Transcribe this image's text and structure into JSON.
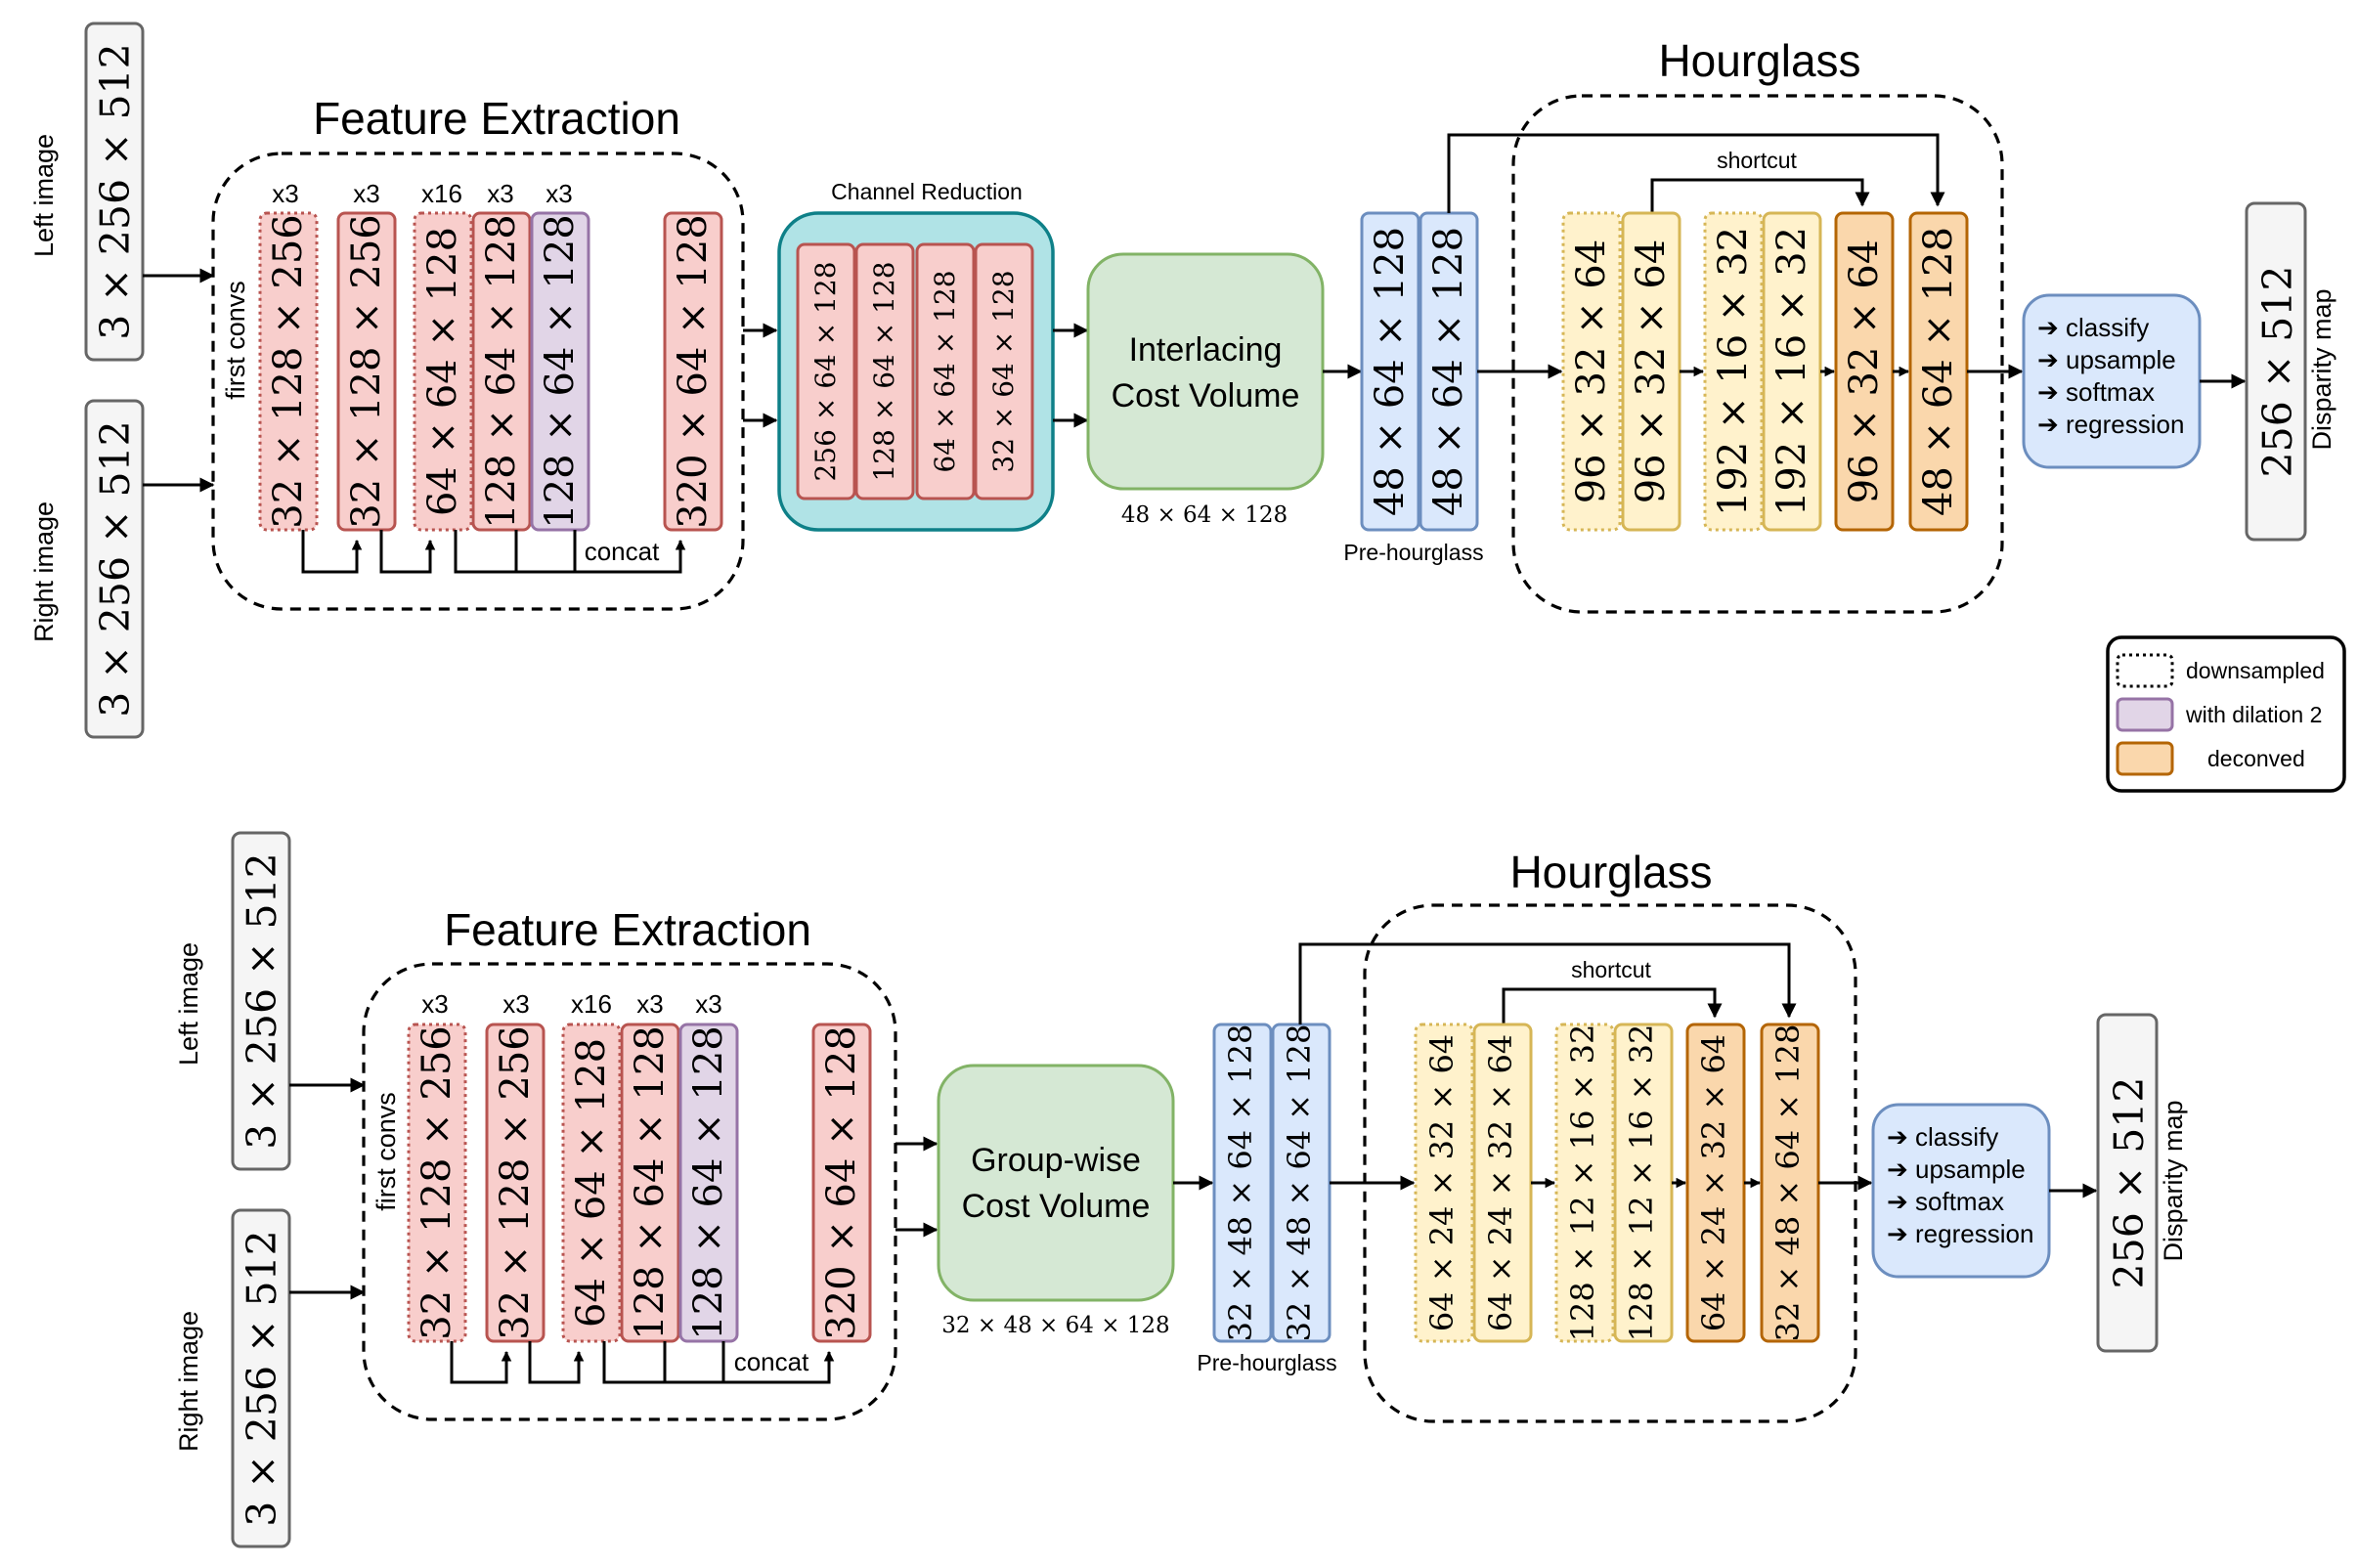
{
  "top": {
    "inputs": {
      "left": {
        "label": "Left image",
        "shape": "3 × 256 × 512"
      },
      "right": {
        "label": "Right image",
        "shape": "3 × 256 × 512"
      }
    },
    "feature_extraction": {
      "title": "Feature Extraction",
      "first_convs": "first convs",
      "concat": "concat",
      "repeats": [
        "x3",
        "x3",
        "x16",
        "x3",
        "x3"
      ],
      "blocks": [
        "32 × 128 × 256",
        "32 × 128 × 256",
        "64 × 64 × 128",
        "128 × 64 × 128",
        "128 × 64 × 128",
        "320 × 64 × 128"
      ]
    },
    "channel_reduction": {
      "title": "Channel Reduction",
      "blocks": [
        "256 × 64 × 128",
        "128 × 64 × 128",
        "64 × 64 × 128",
        "32 × 64 × 128"
      ]
    },
    "cost_volume": {
      "line1": "Interlacing",
      "line2": "Cost Volume",
      "shape": "48 × 64 × 128"
    },
    "pre_hourglass": {
      "label": "Pre-hourglass",
      "blocks": [
        "48 × 64 × 128",
        "48 × 64 × 128"
      ]
    },
    "hourglass": {
      "title": "Hourglass",
      "shortcut": "shortcut",
      "blocks": [
        "96 × 32 × 64",
        "96 × 32 × 64",
        "192 × 16 × 32",
        "192 × 16 × 32",
        "96 × 32 × 64",
        "48 × 64 × 128"
      ]
    },
    "output": {
      "steps": [
        "➔ classify",
        "➔ upsample",
        "➔ softmax",
        "➔ regression"
      ],
      "shape": "256 × 512",
      "label": "Disparity map"
    }
  },
  "legend": {
    "items": [
      "downsampled",
      "with dilation 2",
      "deconved"
    ]
  },
  "bottom": {
    "inputs": {
      "left": {
        "label": "Left image",
        "shape": "3 × 256 × 512"
      },
      "right": {
        "label": "Right image",
        "shape": "3 × 256 × 512"
      }
    },
    "feature_extraction": {
      "title": "Feature Extraction",
      "first_convs": "first convs",
      "concat": "concat",
      "repeats": [
        "x3",
        "x3",
        "x16",
        "x3",
        "x3"
      ],
      "blocks": [
        "32 × 128 × 256",
        "32 × 128 × 256",
        "64 × 64 × 128",
        "128 × 64 × 128",
        "128 × 64 × 128",
        "320 × 64 × 128"
      ]
    },
    "cost_volume": {
      "line1": "Group-wise",
      "line2": "Cost Volume",
      "shape": "32 × 48 × 64 × 128"
    },
    "pre_hourglass": {
      "label": "Pre-hourglass",
      "blocks": [
        "32 × 48 × 64 × 128",
        "32 × 48 × 64 × 128"
      ]
    },
    "hourglass": {
      "title": "Hourglass",
      "shortcut": "shortcut",
      "blocks": [
        "64 × 24 × 32 × 64",
        "64 × 24 × 32 × 64",
        "128 × 12 × 16 × 32",
        "128 × 12 × 16 × 32",
        "64 × 24 × 32 × 64",
        "32 × 48 × 64 × 128"
      ]
    },
    "output": {
      "steps": [
        "➔ classify",
        "➔ upsample",
        "➔ softmax",
        "➔ regression"
      ],
      "shape": "256 × 512",
      "label": "Disparity map"
    }
  },
  "colors": {
    "red_fill": "#F8CECC",
    "red_stroke": "#B85450",
    "purple_fill": "#E1D5E7",
    "purple_stroke": "#9673A6",
    "teal_fill": "#B0E3E6",
    "teal_stroke": "#0E8088",
    "green_fill": "#D5E8D4",
    "green_stroke": "#82B366",
    "blue_fill": "#DAE8FC",
    "blue_stroke": "#6C8EBF",
    "yellow_fill": "#FFF2CC",
    "yellow_stroke": "#D6B656",
    "orange_fill": "#FAD7AC",
    "orange_stroke": "#B46504",
    "gray_fill": "#F5F5F5",
    "gray_stroke": "#666666"
  }
}
